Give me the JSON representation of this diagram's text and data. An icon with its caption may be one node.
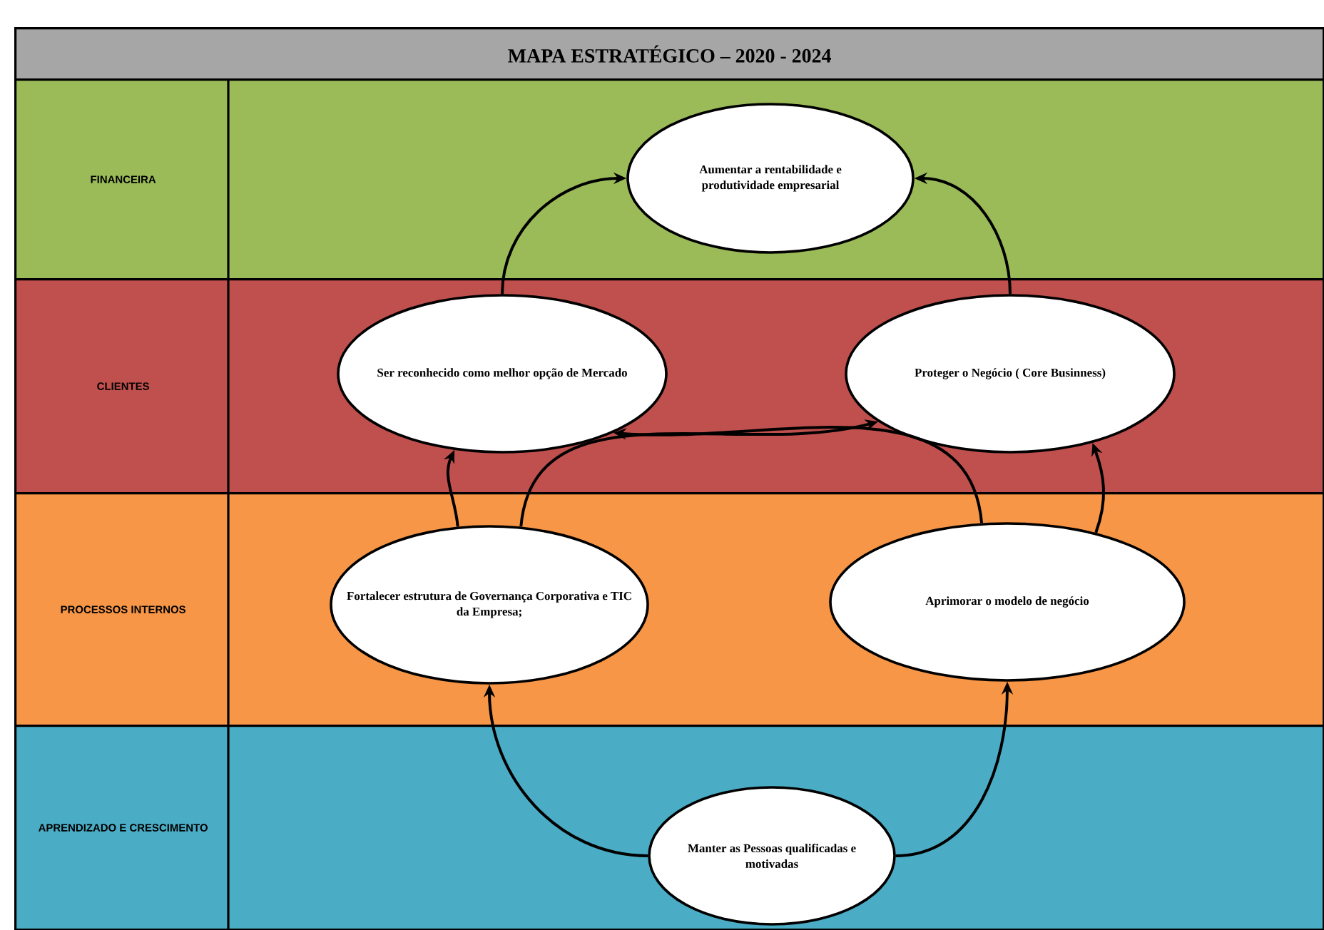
{
  "diagram": {
    "title": "MAPA ESTRATÉGICO – 2020 - 2024",
    "nodes": [
      {
        "text": [
          "FINANCEIRA"
        ]
      },
      {
        "text": [
          "Aumentar a rentabilidade e produtividade empresarial"
        ],
        "in": 0
      },
      {
        "text": [
          "CLIENTES"
        ]
      },
      {
        "text": [
          "Ser reconhecido como melhor opção de Mercado"
        ],
        "in": 2
      },
      {
        "text": [
          "Proteger o Negócio ( Core Businness)"
        ],
        "in": 2
      },
      {
        "text": [
          "PROCESSOS INTERNOS"
        ]
      },
      {
        "text": [
          "Fortalecer estrutura de Governança Corporativa e TIC da Empresa;"
        ],
        "in": 5
      },
      {
        "text": [
          "Aprimorar o modelo de negócio"
        ],
        "in": 5
      },
      {
        "text": [
          "APRENDIZADO E CRESCIMENTO"
        ]
      },
      {
        "text": [
          "Manter as Pessoas qualificadas e motivadas"
        ],
        "in": 8
      }
    ],
    "edges": [
      {
        "from": 3,
        "to": 1,
        "arrow": "to"
      },
      {
        "from": 4,
        "to": 1,
        "arrow": "to"
      },
      {
        "from": 6,
        "to": 3,
        "arrow": "to"
      },
      {
        "from": 6,
        "to": 4,
        "arrow": "to"
      },
      {
        "from": 7,
        "to": 3,
        "arrow": "to"
      },
      {
        "from": 7,
        "to": 4,
        "arrow": "to"
      },
      {
        "from": 9,
        "to": 6,
        "arrow": "to"
      },
      {
        "from": 9,
        "to": 7,
        "arrow": "to"
      }
    ]
  }
}
